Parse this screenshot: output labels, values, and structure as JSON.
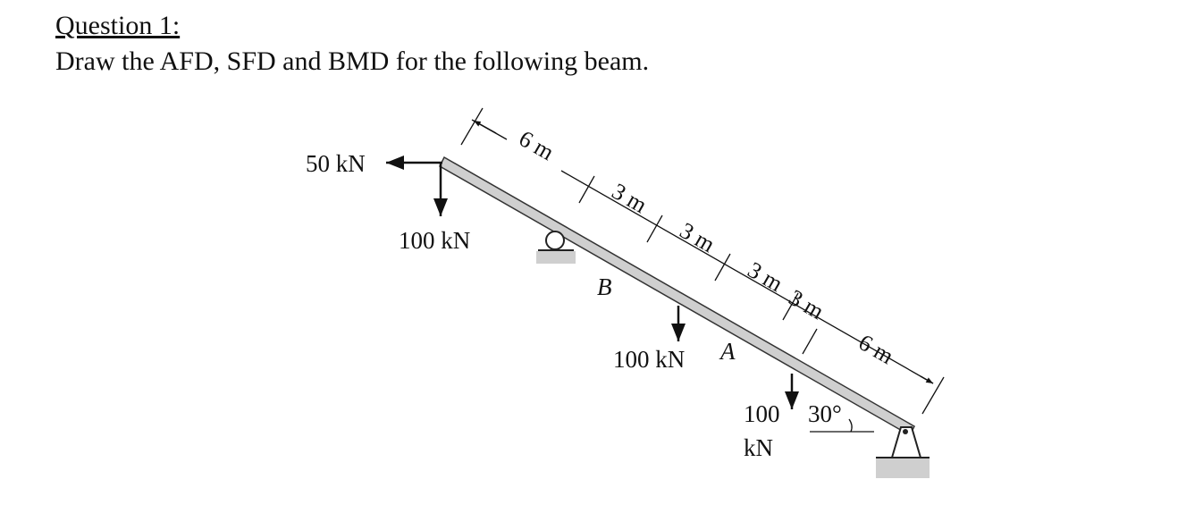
{
  "question": {
    "title": "Question 1:",
    "text": "Draw the AFD, SFD and BMD for the following beam."
  },
  "diagram": {
    "angle_label": "30°",
    "dimensions": [
      "6 m",
      "3 m",
      "3 m",
      "3 m",
      "3 m",
      "6 m"
    ],
    "loads": {
      "end_horizontal": "50 kN",
      "end_vertical": "100 kN",
      "mid_left": "100 kN",
      "right_line1": "100",
      "right_line2": "kN"
    },
    "points": {
      "b": "B",
      "a": "A"
    }
  }
}
